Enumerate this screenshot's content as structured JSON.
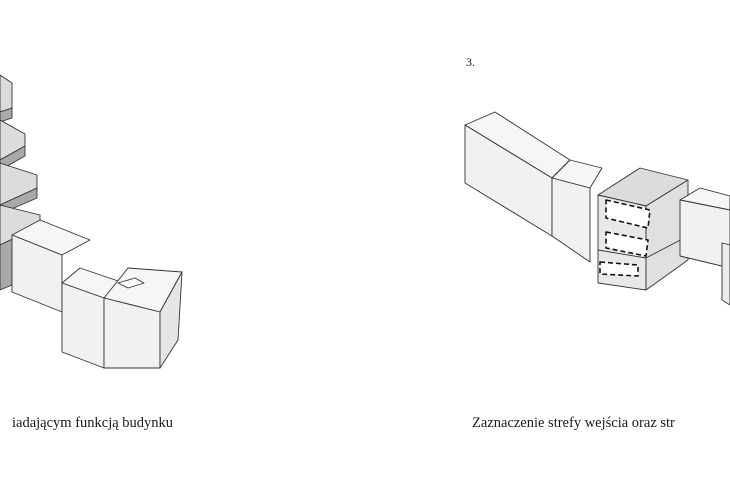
{
  "left_panel": {
    "caption": "iadającym funkcją budynku"
  },
  "right_panel": {
    "step_number": "3.",
    "caption": "Zaznaczenie strefy wejścia oraz str"
  },
  "colors": {
    "face_light": "#f3f3f3",
    "face_mid": "#dcdcdc",
    "face_dark": "#a9a9a9",
    "outline": "#333333"
  }
}
